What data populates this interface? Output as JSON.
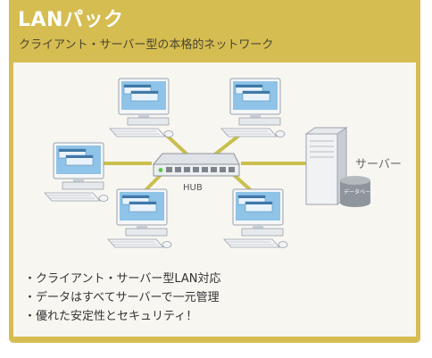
{
  "title": "LANパック",
  "subtitle": "クライアント・サーバー型の本格的ネットワーク",
  "diagram": {
    "hub_label": "HUB",
    "server_label": "サーバー",
    "database_label": "データベース"
  },
  "bullets": [
    "・クライアント・サーバー型LAN対応",
    "・データはすべてサーバーで一元管理",
    "・優れた安定性とセキュリティ！"
  ],
  "colors": {
    "frame": "#d6bd52",
    "panel": "#f8f6f1",
    "cable": "#c9bf4e",
    "screen": "#8fc3e8"
  }
}
